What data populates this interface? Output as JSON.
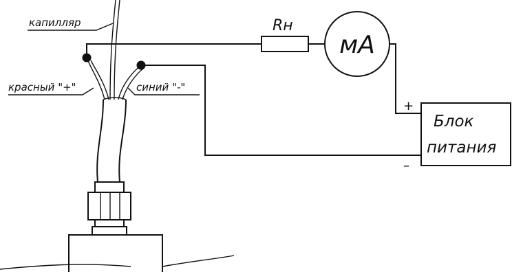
{
  "labels": {
    "capillary": "капилляр",
    "red_wire": "красный \"+\"",
    "blue_wire": "синий \"-\"",
    "resistor": "Rн",
    "ammeter": "мА",
    "psu_line1": "Блок",
    "psu_line2": "питания",
    "plus": "+",
    "minus": "–"
  }
}
